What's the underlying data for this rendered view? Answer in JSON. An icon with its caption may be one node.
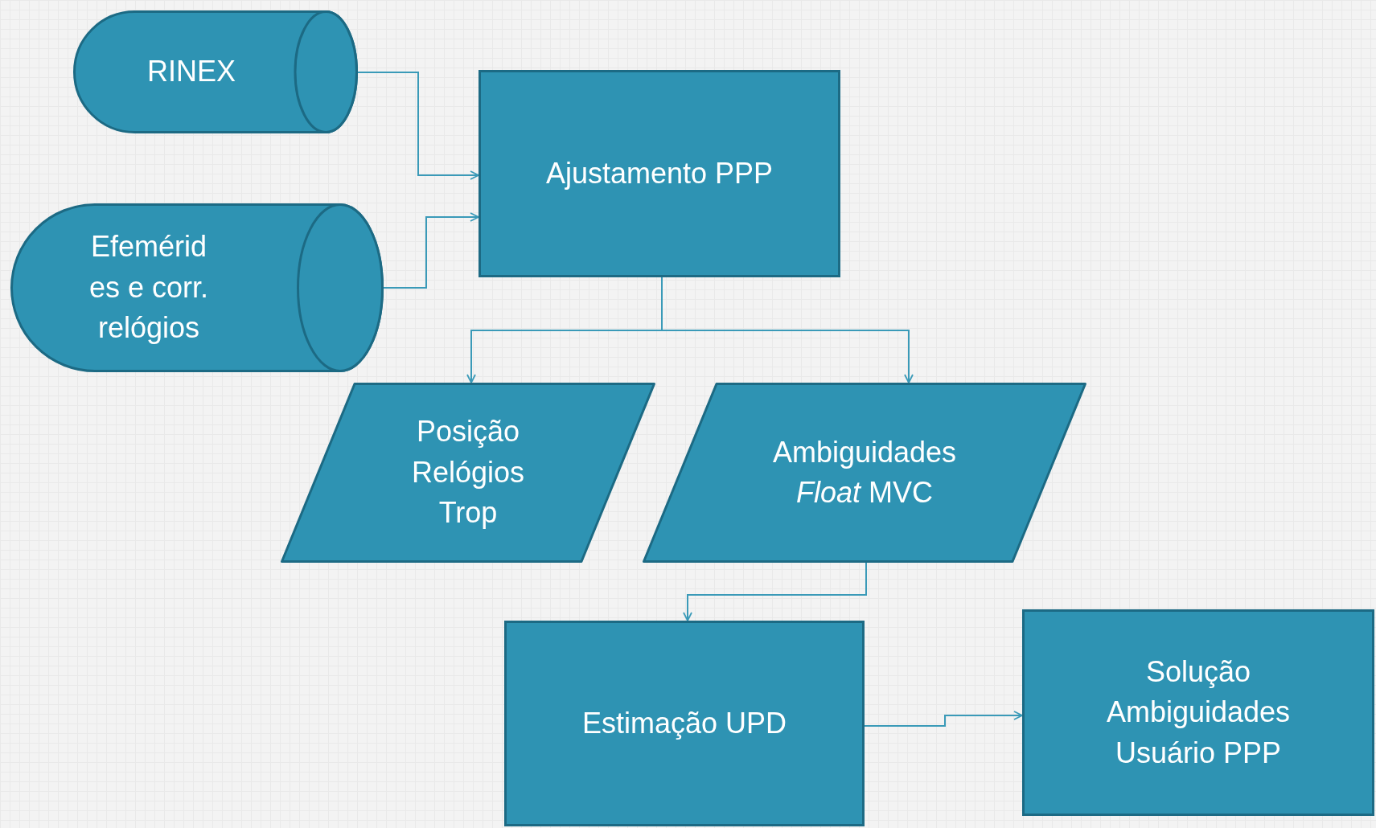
{
  "diagram": {
    "nodes": [
      {
        "text": [
          "RINEX"
        ]
      },
      {
        "text": [
          "Efemérid es e corr. relógios"
        ]
      },
      {
        "text": [
          "Ajustamento PPP"
        ]
      },
      {
        "text": [
          "Posição Relógios Trop"
        ]
      },
      {
        "text": [
          "Ambiguidades *Float* MVC"
        ]
      },
      {
        "text": [
          "Estimação UPD"
        ]
      },
      {
        "text": [
          "Solução Ambiguidades Usuário PPP"
        ]
      }
    ],
    "edges": [
      {
        "from": 0,
        "to": 2,
        "arrow": "to"
      },
      {
        "from": 1,
        "to": 2,
        "arrow": "to"
      },
      {
        "from": 2,
        "to": 3,
        "arrow": "to"
      },
      {
        "from": 2,
        "to": 4,
        "arrow": "to"
      },
      {
        "from": 4,
        "to": 5,
        "arrow": "to"
      },
      {
        "from": 5,
        "to": 6,
        "arrow": "to"
      }
    ]
  }
}
